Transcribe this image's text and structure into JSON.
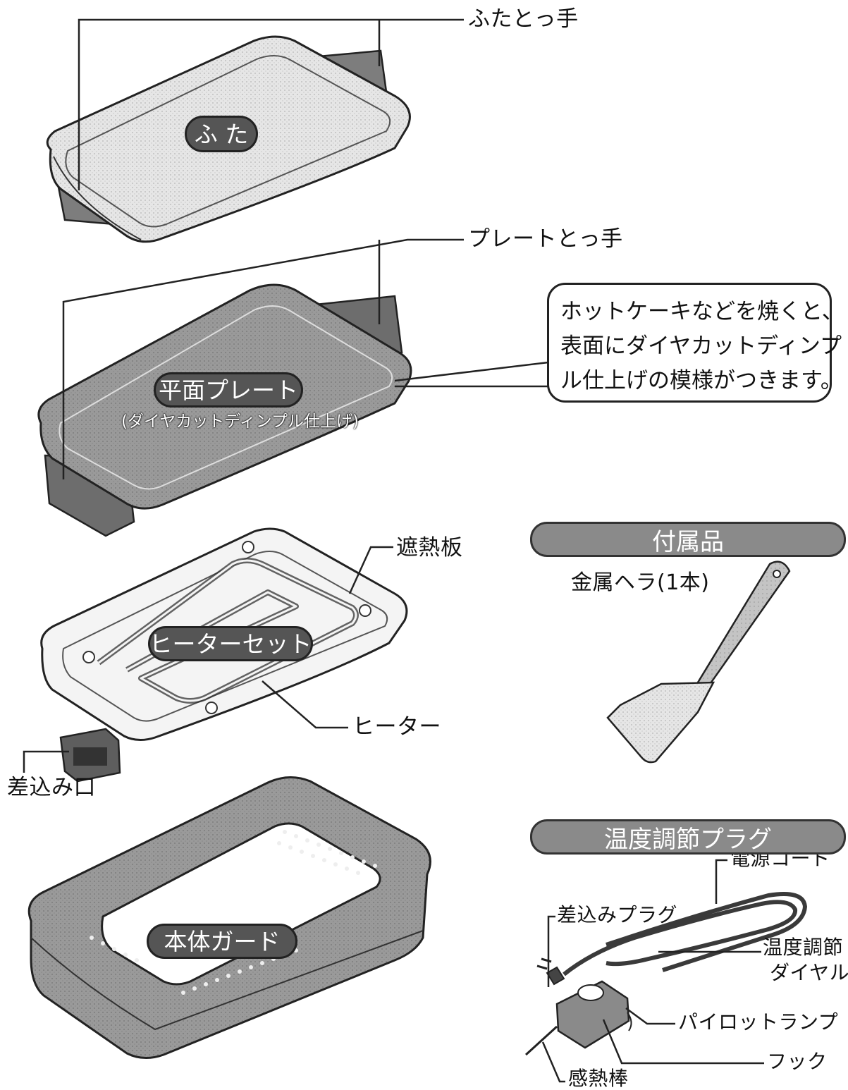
{
  "labels": {
    "lid_handle": "ふたとっ手",
    "plate_handle": "プレートとっ手",
    "heat_shield": "遮熱板",
    "heater": "ヒーター",
    "inlet": "差込み口",
    "plug": "差込みプラグ",
    "power_cord": "電源コード",
    "temp_dial": [
      "温度調節",
      "ダイヤル"
    ],
    "pilot_lamp": "パイロットランプ",
    "hook": "フック",
    "sensor_rod": "感熱棒",
    "spatula": "金属ヘラ(1本)"
  },
  "parts": {
    "lid": "ふ た",
    "flat_plate": "平面プレート",
    "flat_plate_note": "(ダイヤカットディンプル仕上げ)",
    "heater_set": "ヒーターセット",
    "body_guard": "本体ガード"
  },
  "callout": {
    "lines": [
      "ホットケーキなどを焼くと、",
      "表面にダイヤカットディンプ",
      "ル仕上げの模様がつきます。"
    ]
  },
  "sections": {
    "accessories": "付属品",
    "temp_plug": "温度調節プラグ"
  }
}
